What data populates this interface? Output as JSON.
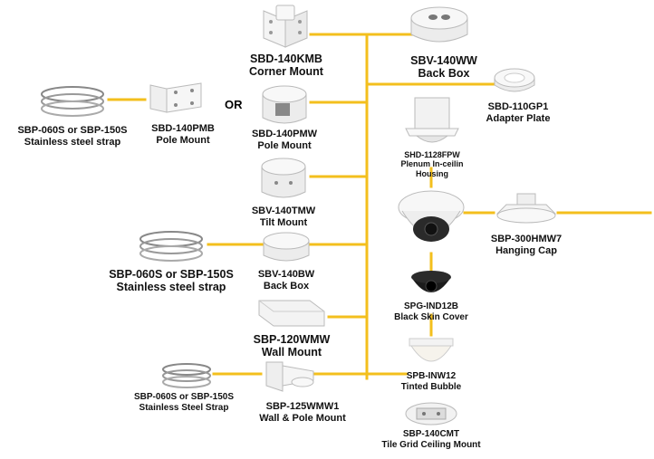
{
  "colors": {
    "connector": "#f3bf1d",
    "product": "#f4f4f4",
    "outline": "#b9b9b9",
    "black_cover": "#1c1c1c"
  },
  "or_text": "OR",
  "products": {
    "sbd140kmb": {
      "icon": "corner-mount",
      "model": "SBD-140KMB",
      "desc": "Corner Mount"
    },
    "sbv140ww": {
      "icon": "back-box",
      "model": "SBV-140WW",
      "desc": "Back Box"
    },
    "sbd110gp1": {
      "icon": "adapter-plate",
      "model": "SBD-110GP1",
      "desc": "Adapter Plate"
    },
    "strap1": {
      "icon": "steel-strap",
      "model": "SBP-060S or SBP-150S",
      "desc": "Stainless steel strap"
    },
    "sbd140pmb": {
      "icon": "pole-mount",
      "model": "SBD-140PMB",
      "desc": "Pole Mount"
    },
    "sbd140pmw": {
      "icon": "pole-mount-box",
      "model": "SBD-140PMW",
      "desc": "Pole Mount"
    },
    "shd1128fpw": {
      "icon": "plenum-housing",
      "model": "SHD-1128FPW",
      "desc1": "Plenum In-ceilin",
      "desc2": "Housing"
    },
    "sbv140tmw": {
      "icon": "tilt-mount",
      "model": "SBV-140TMW",
      "desc": "Tilt Mount"
    },
    "camera": {
      "icon": "dome-camera"
    },
    "sbp300hmw7": {
      "icon": "hanging-cap",
      "model": "SBP-300HMW7",
      "desc": "Hanging Cap"
    },
    "strap2": {
      "icon": "steel-strap",
      "model": "SBP-060S or SBP-150S",
      "desc": "Stainless steel strap"
    },
    "sbv140bw": {
      "icon": "back-box",
      "model": "SBV-140BW",
      "desc": "Back Box"
    },
    "spgind12b": {
      "icon": "black-skin-cover",
      "model": "SPG-IND12B",
      "desc": "Black Skin Cover"
    },
    "sbp120wmw": {
      "icon": "wall-mount",
      "model": "SBP-120WMW",
      "desc": "Wall Mount"
    },
    "spbinw12": {
      "icon": "tinted-bubble",
      "model": "SPB-INW12",
      "desc": "Tinted Bubble"
    },
    "strap3": {
      "icon": "steel-strap",
      "model": "SBP-060S or SBP-150S",
      "desc": "Stainless Steel Strap"
    },
    "sbp125wmw1": {
      "icon": "wall-pole-mount",
      "model": "SBP-125WMW1",
      "desc": "Wall & Pole Mount"
    },
    "sbp140cmt": {
      "icon": "tile-grid-mount",
      "model": "SBP-140CMT",
      "desc": "Tile Grid Ceiling Mount"
    }
  }
}
